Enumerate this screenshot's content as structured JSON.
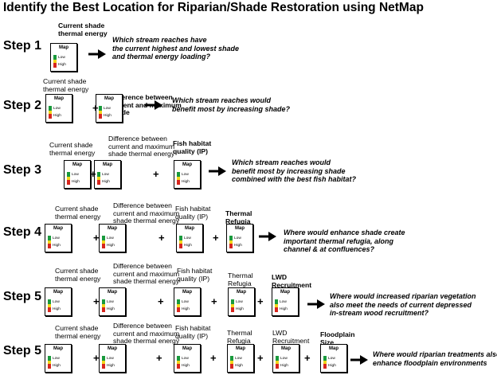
{
  "title": "Identify the Best Location for Riparian/Shade Restoration using NetMap",
  "legend": {
    "map": "Map",
    "low": "Low",
    "high": "High",
    "colors": {
      "low": "#1a9a3c",
      "mid": "#f2d61a",
      "high": "#d7261e"
    }
  },
  "steps": [
    {
      "label": "Step 1",
      "maps": [
        {
          "label": [
            "Current shade",
            "thermal energy"
          ]
        }
      ],
      "question": [
        "Which stream reaches have",
        "the current highest and lowest shade",
        "and thermal energy loading?"
      ]
    },
    {
      "label": "Step 2",
      "maps": [
        {
          "label": [
            "Current shade",
            "thermal energy"
          ]
        },
        {
          "label": [
            "Difference between",
            "current and maximum",
            "shade"
          ]
        }
      ],
      "question": [
        "Which stream reaches would",
        "benefit most by increasing shade?"
      ]
    },
    {
      "label": "Step 3",
      "maps": [
        {
          "label": [
            "Current shade",
            "thermal energy"
          ]
        },
        {
          "label": [
            "Difference between",
            "current and maximum",
            "shade thermal energy"
          ]
        },
        {
          "label": [
            "Fish habitat",
            "quality (IP)"
          ]
        }
      ],
      "question": [
        "Which stream reaches would",
        "benefit most by increasing shade",
        "combined with the best fish habitat?"
      ]
    },
    {
      "label": "Step 4",
      "maps": [
        {
          "label": [
            "Current shade",
            "thermal energy"
          ]
        },
        {
          "label": [
            "Difference between",
            "current and maximum",
            "shade thermal energy"
          ]
        },
        {
          "label": [
            "Fish habitat",
            "quality (IP)"
          ]
        },
        {
          "label": [
            "Thermal",
            "Refugia"
          ]
        }
      ],
      "question": [
        "Where would enhance shade create",
        "important thermal refugia, along",
        "channel & at confluences?"
      ]
    },
    {
      "label": "Step 5",
      "maps": [
        {
          "label": [
            "Current shade",
            "thermal energy"
          ]
        },
        {
          "label": [
            "Difference between",
            "current and maximum",
            "shade thermal energy"
          ]
        },
        {
          "label": [
            "Fish habitat",
            "quality (IP)"
          ]
        },
        {
          "label": [
            "Thermal",
            "Refugia"
          ]
        },
        {
          "label": [
            "LWD",
            "Recruitment"
          ]
        }
      ],
      "question": [
        "Where would increased riparian vegetation",
        "also meet the needs of current depressed",
        "in-stream wood recruitment?"
      ]
    },
    {
      "label": "Step 5",
      "maps": [
        {
          "label": [
            "Current shade",
            "thermal energy"
          ]
        },
        {
          "label": [
            "Difference between",
            "current and maximum",
            "shade thermal energy"
          ]
        },
        {
          "label": [
            "Fish habitat",
            "quality (IP)"
          ]
        },
        {
          "label": [
            "Thermal",
            "Refugia"
          ]
        },
        {
          "label": [
            "LWD",
            "Recruitment"
          ]
        },
        {
          "label": [
            "Floodplain",
            "Size"
          ]
        }
      ],
      "question": [
        "Where would riparian treatments also",
        "enhance floodplain environments"
      ]
    }
  ]
}
